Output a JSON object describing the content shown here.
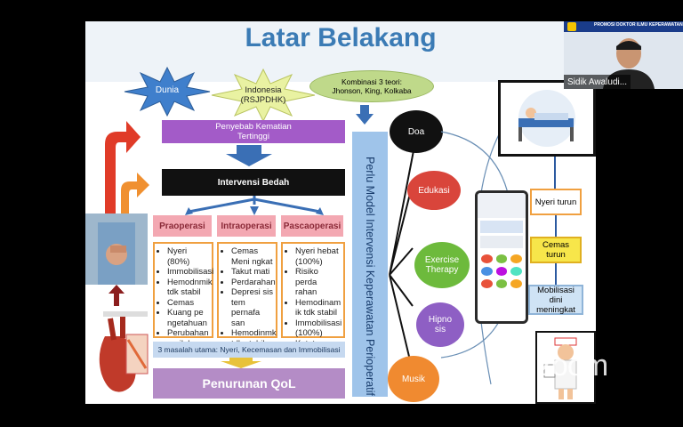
{
  "slide": {
    "title": "Latar Belakang",
    "kombinasi": "Kombinasi 3 teori:\nJhonson, King, Kolkaba",
    "dunia": "Dunia",
    "indonesia": "Indonesia\n(RSJPDHK)",
    "penyebab": "Penyebab Kematian\nTertinggi",
    "intervensi": "Intervensi Bedah",
    "phases": [
      "Praoperasi",
      "Intraoperasi",
      "Pascaoperasi"
    ],
    "pra_items": [
      "Nyeri (80%)",
      "Immobilisasi",
      "Hemodnmik tdk stabil",
      "Cemas",
      "Kuang pe ngetahuan",
      "Perubahan perilaku"
    ],
    "intra_items": [
      "Cemas Meni ngkat",
      "Takut mati",
      "Perdarahan",
      "Depresi sis tem pernafa san",
      "Hemodinmk tdk stabil"
    ],
    "pasca_items": [
      "Nyeri hebat (100%)",
      "Risiko perda rahan",
      "Hemodinam ik tdk stabil",
      "Immobilisasi (100%)",
      "Ketgtungan"
    ],
    "masalah": "3 masalah utama: Nyeri, Kecemasan dan Immobilisasi",
    "penurunan": "Penurunan QoL",
    "vertical_text": "Perlu Model Intervensi Keperawatan Perioperatif",
    "interventions": [
      "Doa",
      "Edukasi",
      "Exercise Therapy",
      "Hipno sis",
      "Musik"
    ],
    "outcomes": [
      "Nyeri turun",
      "Cemas turun",
      "Mobilisasi dini meningkat"
    ]
  },
  "participant": {
    "name": "Sidik Awaludi...",
    "banner": "PROMOSI DOKTOR ILMU KEPERAWATAN"
  },
  "watermark": "zoom",
  "colors": {
    "title": "#3b7bb5",
    "purple": "#a35bc8",
    "phase_pink": "#f3a8b2",
    "orange_border": "#f0a040",
    "blue_bar": "#9fc4ea"
  }
}
